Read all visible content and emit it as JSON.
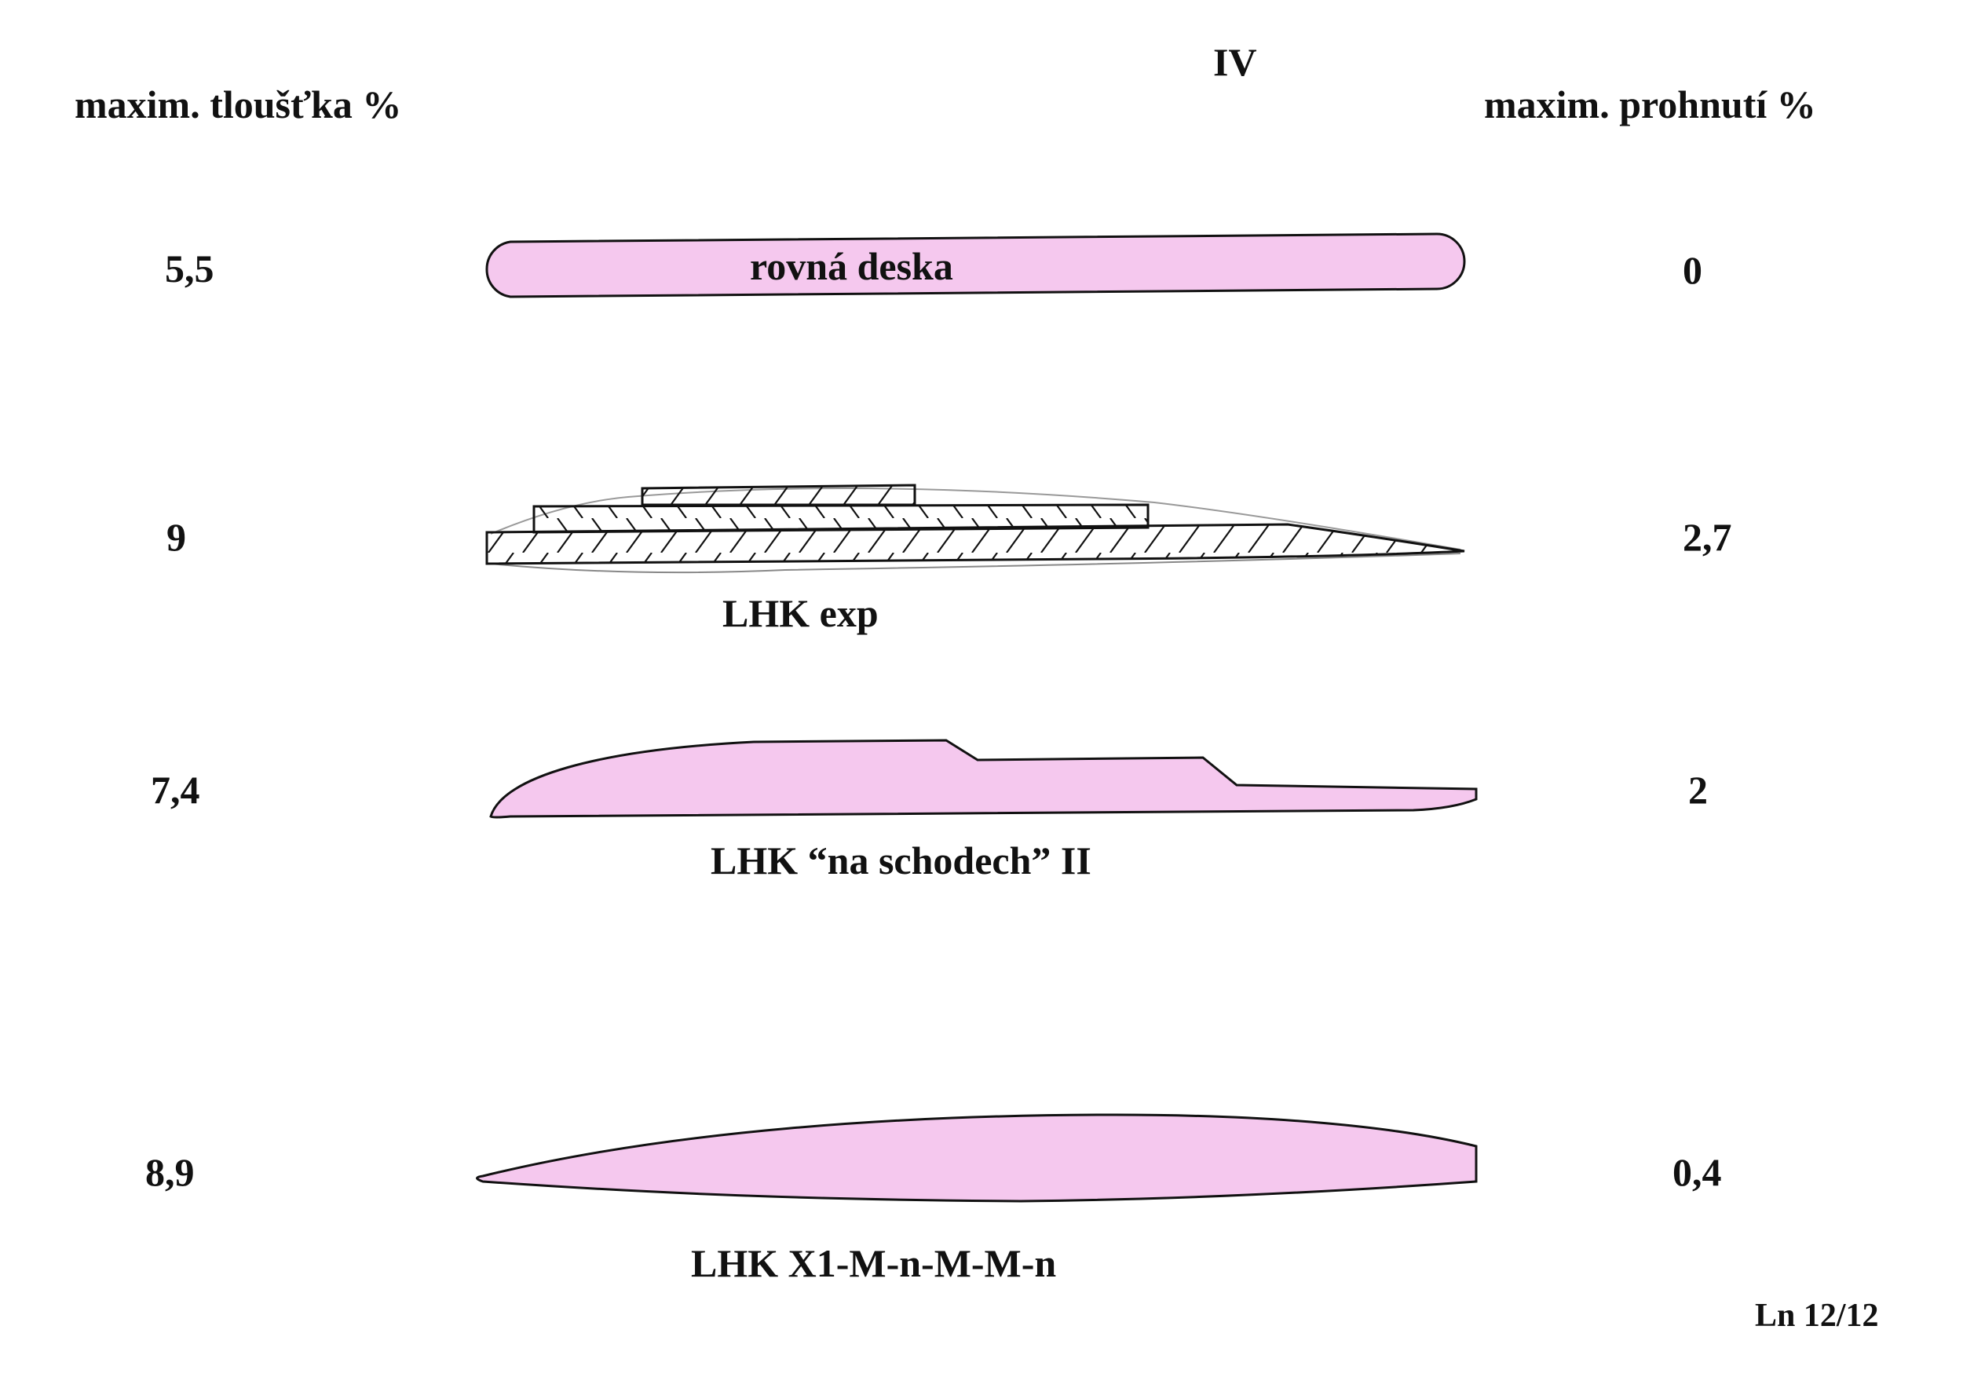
{
  "page": {
    "roman_numeral": "IV",
    "left_header": "maxim. tloušťka   %",
    "right_header": "maxim. prohnutí  %",
    "footer": "Ln  12/12"
  },
  "colors": {
    "profile_fill": "#f5c8ee",
    "outline": "#111111",
    "background": "#ffffff"
  },
  "profiles": [
    {
      "name": "rovná  deska",
      "thickness": "5,5",
      "camber": "0"
    },
    {
      "name": "LHK exp",
      "thickness": "9",
      "camber": "2,7"
    },
    {
      "name": "LHK “na schodech” II",
      "thickness": "7,4",
      "camber": "2"
    },
    {
      "name": "LHK X1-M-n-M-M-n",
      "thickness": "8,9",
      "camber": "0,4"
    }
  ]
}
